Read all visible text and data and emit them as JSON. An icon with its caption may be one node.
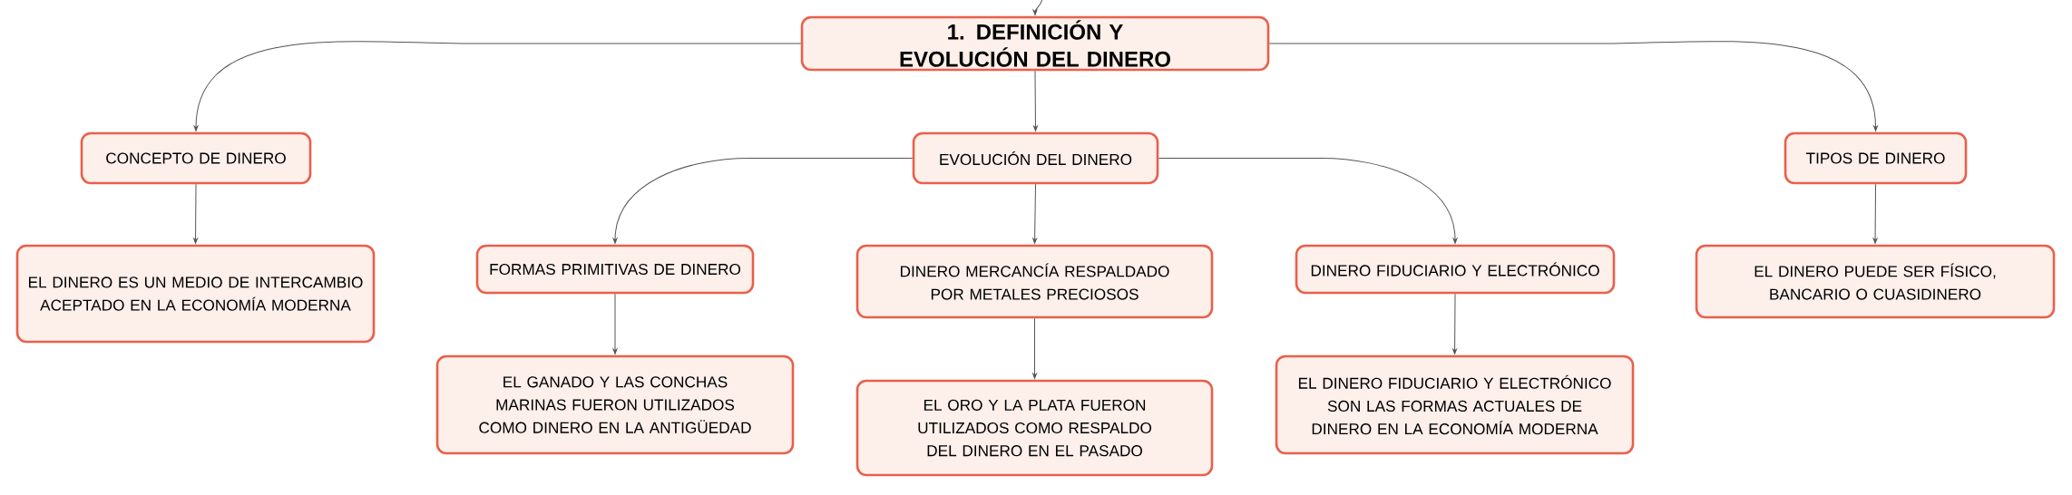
{
  "diagram": {
    "nodes": [
      {
        "text": [
          "1. DEFINICIÓN Y EVOLUCIÓN DEL DINERO"
        ]
      },
      {
        "text": [
          "CONCEPTO DE DINERO"
        ]
      },
      {
        "text": [
          "EVOLUCIÓN DEL DINERO"
        ]
      },
      {
        "text": [
          "TIPOS DE DINERO"
        ]
      },
      {
        "text": [
          "FORMAS PRIMITIVAS DE DINERO"
        ]
      },
      {
        "text": [
          "DINERO MERCANCÍA RESPALDADO POR METALES PRECIOSOS"
        ]
      },
      {
        "text": [
          "DINERO FIDUCIARIO Y ELECTRÓNICO"
        ]
      },
      {
        "text": [
          "EL DINERO ES UN MEDIO DE INTERCAMBIO ACEPTADO EN LA ECONOMÍA MODERNA"
        ]
      },
      {
        "text": [
          "EL DINERO PUEDE SER FÍSICO, BANCARIO O CUASIDINERO"
        ]
      },
      {
        "text": [
          "EL GANADO Y LAS CONCHAS MARINAS FUERON UTILIZADOS COMO DINERO EN LA ANTIGÜEDAD"
        ]
      },
      {
        "text": [
          "EL ORO Y LA PLATA FUERON UTILIZADOS COMO RESPALDO DEL DINERO EN EL PASADO"
        ]
      },
      {
        "text": [
          "EL DINERO FIDUCIARIO Y ELECTRÓNICO SON LAS FORMAS ACTUALES DE DINERO EN LA ECONOMÍA MODERNA"
        ]
      }
    ],
    "edges": [
      {
        "from": null,
        "to": 0,
        "arrow": "to"
      },
      {
        "from": 0,
        "to": 1,
        "arrow": "to"
      },
      {
        "from": 0,
        "to": 2,
        "arrow": "to"
      },
      {
        "from": 0,
        "to": 3,
        "arrow": "to"
      },
      {
        "from": 2,
        "to": 4,
        "arrow": "to"
      },
      {
        "from": 2,
        "to": 5,
        "arrow": "to"
      },
      {
        "from": 2,
        "to": 6,
        "arrow": "to"
      },
      {
        "from": 1,
        "to": 7,
        "arrow": "to"
      },
      {
        "from": 3,
        "to": 8,
        "arrow": "to"
      },
      {
        "from": 4,
        "to": 9,
        "arrow": "to"
      },
      {
        "from": 5,
        "to": 10,
        "arrow": "to"
      },
      {
        "from": 6,
        "to": 11,
        "arrow": "to"
      }
    ]
  }
}
